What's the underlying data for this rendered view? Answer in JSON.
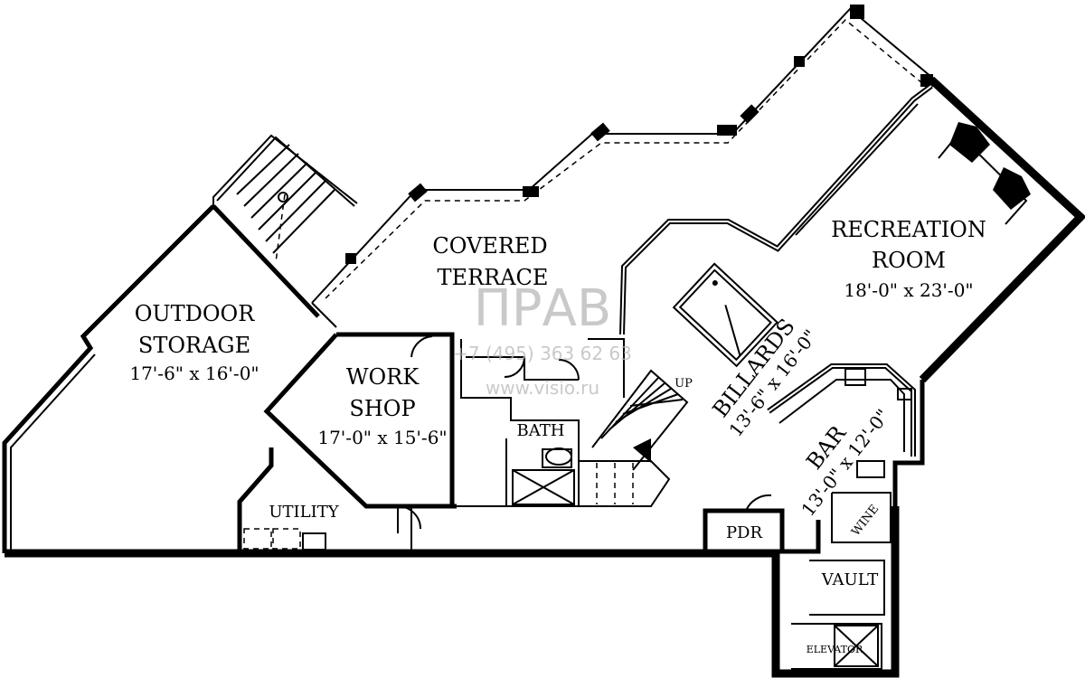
{
  "rooms": {
    "covered_terrace": {
      "line1": "COVERED",
      "line2": "TERRACE"
    },
    "recreation_room": {
      "line1": "RECREATION",
      "line2": "ROOM",
      "dims": "18'-0\" x 23'-0\""
    },
    "outdoor_storage": {
      "line1": "OUTDOOR",
      "line2": "STORAGE",
      "dims": "17'-6\" x 16'-0\""
    },
    "work_shop": {
      "line1": "WORK",
      "line2": "SHOP",
      "dims": "17'-0\" x 15'-6\""
    },
    "billiards": {
      "name": "BILLARDS",
      "dims": "13'-6\" x 16'-0\""
    },
    "bar": {
      "name": "BAR",
      "dims": "13'-0\" x 12'-0\""
    },
    "bath": {
      "name": "BATH"
    },
    "utility": {
      "name": "UTILITY"
    },
    "pdr": {
      "name": "PDR"
    },
    "wine": {
      "name": "WINE"
    },
    "vault": {
      "name": "VAULT"
    },
    "elevator": {
      "name": "ELEVATOR"
    }
  },
  "stair": {
    "up_label": "UP"
  },
  "watermark": {
    "brand": "ΠΡΑΒ",
    "phone": "+7 (495) 363 62 63",
    "site": "www.visio.ru"
  }
}
